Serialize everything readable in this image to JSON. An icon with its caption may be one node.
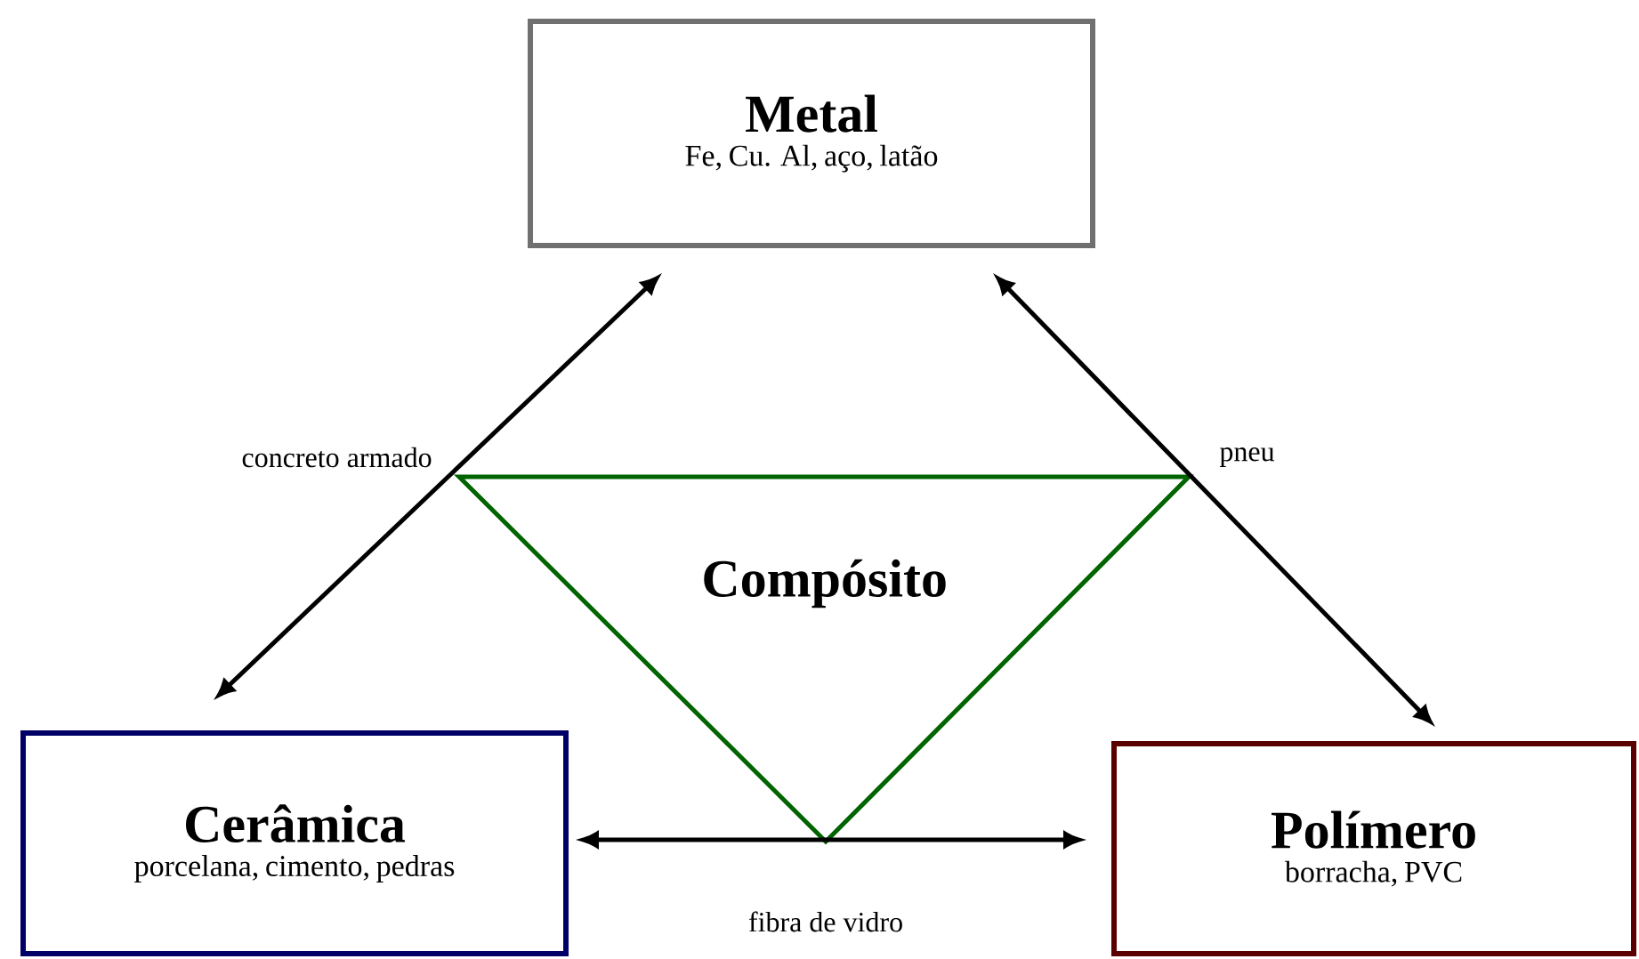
{
  "diagram": {
    "nodes": [
      {
        "text": [
          "Metal",
          "Fe, Cu. Al, aço, latão"
        ]
      },
      {
        "text": [
          "Compósito"
        ]
      },
      {
        "text": [
          "Cerâmica",
          "porcelana, cimento, pedras"
        ]
      },
      {
        "text": [
          "Polímero",
          "borracha, PVC"
        ]
      }
    ],
    "edges": [
      {
        "from": 2,
        "to": 0,
        "arrow": "both",
        "label": "concreto armado"
      },
      {
        "from": 3,
        "to": 0,
        "arrow": "both",
        "label": "pneu"
      },
      {
        "from": 2,
        "to": 3,
        "arrow": "both",
        "label": "fibra de vidro"
      }
    ]
  }
}
